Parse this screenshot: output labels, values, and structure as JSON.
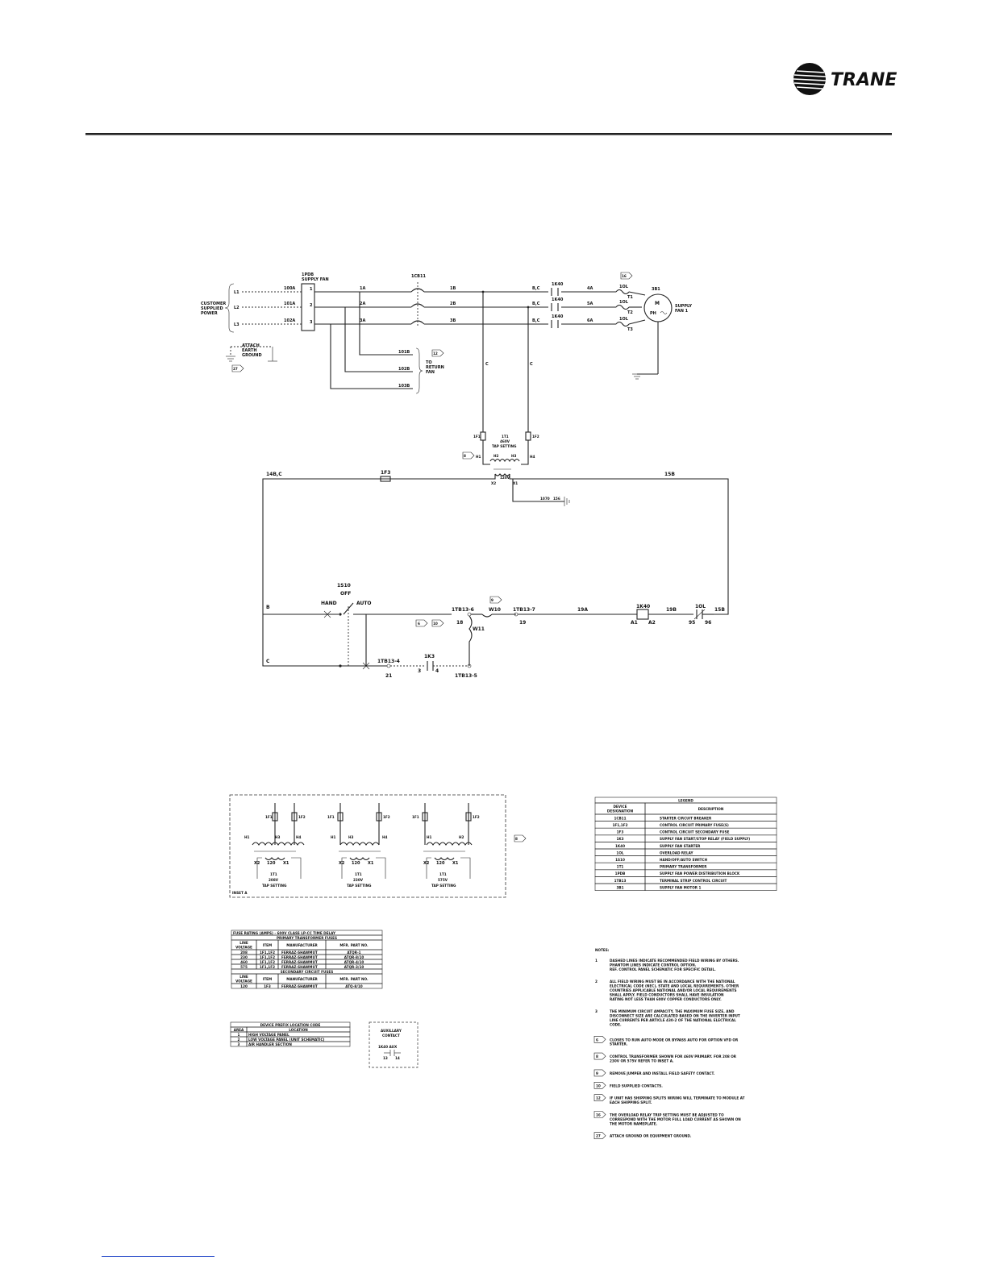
{
  "header": {
    "brand": "TRANE",
    "rule_color": "#222222"
  },
  "schematic": {
    "input": {
      "customer_power": [
        "CUSTOMER",
        "SUPPLIED",
        "POWER"
      ],
      "lines": [
        "L1",
        "L2",
        "L3"
      ],
      "line_wires": [
        "100A",
        "101A",
        "102A"
      ],
      "ground_note": [
        "ATTACH",
        "EARTH",
        "GROUND"
      ],
      "ground_tag": "27",
      "pdb": [
        "1PDB",
        "SUPPLY FAN"
      ],
      "pdb_terminals": [
        "1",
        "2",
        "3"
      ]
    },
    "breaker": "1CB11",
    "wires_after_pdb": [
      "1A",
      "2A",
      "3A"
    ],
    "wires_after_cb": [
      "1B",
      "2B",
      "3B"
    ],
    "contact_wires": [
      "B,C",
      "B,C",
      "B,C"
    ],
    "starter_labels": [
      "1K40",
      "1K40",
      "1K40"
    ],
    "starter_out": [
      "4A",
      "5A",
      "6A"
    ],
    "overload_labels": [
      "1OL",
      "1OL",
      "1OL"
    ],
    "overload_terms": [
      "T1",
      "T2",
      "T3"
    ],
    "overload_tag": "16",
    "motor": {
      "id": "3B1",
      "symbol": "M",
      "phase": "PH",
      "label": [
        "SUPPLY",
        "FAN 1"
      ]
    },
    "return_fan": {
      "wires": [
        "101B",
        "102B",
        "103B"
      ],
      "tag": "12",
      "label": [
        "TO",
        "RETURN",
        "FAN"
      ]
    },
    "c_labels": [
      "C",
      "C"
    ],
    "transformer": {
      "fuses": [
        "1F1",
        "1F2"
      ],
      "name": "1T1",
      "voltage": "460V",
      "tap": "TAP SETTING",
      "h_terms": [
        "H1",
        "H2",
        "H3",
        "H4"
      ],
      "tag": "8",
      "sec_voltage": "120V",
      "x_terms": [
        "X2",
        "X1"
      ]
    },
    "control": {
      "left_wire": "14B,C",
      "fuse": "1F3",
      "right_wire": "15B",
      "ground_wires": [
        "1070",
        "156"
      ],
      "switch_name": [
        "1S10",
        "OFF"
      ],
      "hand": "HAND",
      "auto": "AUTO",
      "left_b": "B",
      "left_c": "C",
      "tb_6": "1TB13-6",
      "tb_7": "1TB13-7",
      "tb_4": "1TB13-4",
      "tb_5": "1TB13-5",
      "tag_9": "9",
      "tag_6": "6",
      "tag_10": "10",
      "jumper_10": "W10",
      "jumper_11": "W11",
      "num_18": "18",
      "num_19": "19",
      "num_21": "21",
      "num_3": "3",
      "num_4": "4",
      "relay": "1K3",
      "wire_19a": "19A",
      "coil": "1K40",
      "coil_a1": "A1",
      "coil_a2": "A2",
      "wire_19b": "19B",
      "ol": "1OL",
      "ol_95": "95",
      "ol_96": "96",
      "wire_15b": "15B"
    }
  },
  "insert_a": {
    "label": "INSET A",
    "tag": "8",
    "panels": [
      {
        "fuses": [
          "1F1",
          "1F2"
        ],
        "h_terms": [
          "H1",
          "H3",
          "H4"
        ],
        "x_terms": [
          "X2",
          "120",
          "X1"
        ],
        "name": "1T1",
        "voltage": "208V",
        "tap": "TAP SETTING"
      },
      {
        "fuses": [
          "1F1",
          "1F2"
        ],
        "h_terms": [
          "H1",
          "H3",
          "H4"
        ],
        "x_terms": [
          "X2",
          "120",
          "X1"
        ],
        "name": "1T1",
        "voltage": "230V",
        "tap": "TAP SETTING"
      },
      {
        "fuses": [
          "1F1",
          "1F2"
        ],
        "h_terms": [
          "H1",
          "H2"
        ],
        "x_terms": [
          "X2",
          "120",
          "X1"
        ],
        "name": "1T1",
        "voltage": "575V",
        "tap": "TAP SETTING"
      }
    ]
  },
  "legend": {
    "title": "LEGEND",
    "headers": [
      "DEVICE DESIGNATION",
      "DESCRIPTION"
    ],
    "rows": [
      [
        "1CB11",
        "STARTER CIRCUIT BREAKER"
      ],
      [
        "1F1,1F2",
        "CONTROL CIRCUIT PRIMARY FUSE(S)"
      ],
      [
        "1F3",
        "CONTROL CIRCUIT SECONDARY FUSE"
      ],
      [
        "1K3",
        "SUPPLY FAN START/STOP RELAY (FIELD SUPPLY)"
      ],
      [
        "1K40",
        "SUPPLY FAN STARTER"
      ],
      [
        "1OL",
        "OVERLOAD RELAY"
      ],
      [
        "1S10",
        "HAND/OFF/AUTO SWITCH"
      ],
      [
        "1T1",
        "PRIMARY TRANSFORMER"
      ],
      [
        "1PDB",
        "SUPPLY FAN POWER DISTRIBUTION BLOCK"
      ],
      [
        "1TB13",
        "TERMINAL STRIP CONTROL CIRCUIT"
      ],
      [
        "3B1",
        "SUPPLY FAN MOTOR 1"
      ]
    ]
  },
  "fuse_table": {
    "title": "FUSE RATING (AMPS) - 600V CLASS LP-CC TIME DELAY",
    "primary_title": "PRIMARY TRANSFORMER FUSES",
    "headers": [
      "LINE VOLTAGE",
      "ITEM",
      "MANUFACTURER",
      "MFR. PART NO."
    ],
    "primary_rows": [
      [
        "208",
        "1F1,1F2",
        "FERRAZ-SHAWMUT",
        "ATQR-1"
      ],
      [
        "230",
        "1F1,1F2",
        "FERRAZ-SHAWMUT",
        "ATQR-8/10"
      ],
      [
        "460",
        "1F1,1F2",
        "FERRAZ-SHAWMUT",
        "ATQR-4/10"
      ],
      [
        "575",
        "1F1,1F2",
        "FERRAZ-SHAWMUT",
        "ATQR-3/10"
      ]
    ],
    "secondary_title": "SECONDARY CIRCUIT FUSES",
    "secondary_rows": [
      [
        "120",
        "1F3",
        "FERRAZ-SHAWMUT",
        "ATQ-8/10"
      ]
    ]
  },
  "location_table": {
    "title": "DEVICE PREFIX LOCATION CODE",
    "headers": [
      "AREA",
      "LOCATION"
    ],
    "rows": [
      [
        "1",
        "HIGH VOLTAGE PANEL"
      ],
      [
        "2",
        "LOW VOLTAGE PANEL (UNIT SCHEMATIC)"
      ],
      [
        "3",
        "AIR HANDLER SECTION"
      ]
    ]
  },
  "aux_contact": {
    "title": [
      "AUXILLARY",
      "CONTACT"
    ],
    "device": "1K40 AUX",
    "terms": [
      "13",
      "14"
    ]
  },
  "notes": {
    "title": "NOTES:",
    "numbered": [
      {
        "num": "1",
        "lines": [
          "DASHED LINES INDICATE RECOMMENDED FIELD WIRING BY OTHERS.",
          "PHANTOM LINES INDICATE CONTROL OPTION.",
          "REF. CONTROL PANEL SCHEMATIC FOR SPECIFIC DETAIL."
        ]
      },
      {
        "num": "2",
        "lines": [
          "ALL FIELD WIRING MUST BE IN ACCORDANCE WITH THE NATIONAL",
          "ELECTRICAL CODE (NEC), STATE AND LOCAL REQUIREMENTS. OTHER",
          "COUNTRIES APPLICABLE NATIONAL AND/OR LOCAL REQUIREMENTS",
          "SHALL APPLY. FIELD CONDUCTORS SHALL HAVE INSULATION",
          "RATING NOT LESS THAN 600V COPPER CONDUCTORS ONLY."
        ]
      },
      {
        "num": "3",
        "lines": [
          "THE MINIMUM CIRCUIT AMPACITY, THE MAXIMUM FUSE SIZE, AND",
          "DISCONNECT SIZE ARE CALCULATED BASED ON THE INVERTER INPUT",
          "LINE CURRENTS PER ARTICLE 430-2 OF THE NATIONAL ELECTRICAL",
          "CODE."
        ]
      }
    ],
    "tagged": [
      {
        "tag": "6",
        "lines": [
          "CLOSES TO RUN AUTO MODE OR BYPASS AUTO FOR OPTION VFD OR",
          "STARTER."
        ]
      },
      {
        "tag": "8",
        "lines": [
          "CONTROL TRANSFORMER SHOWN FOR 460V PRIMARY. FOR 208 OR",
          "230V OR 575V REFER TO INSET A."
        ]
      },
      {
        "tag": "9",
        "lines": [
          "REMOVE JUMPER AND INSTALL FIELD SAFETY CONTACT."
        ]
      },
      {
        "tag": "10",
        "lines": [
          "FIELD SUPPLIED CONTACTS."
        ]
      },
      {
        "tag": "12",
        "lines": [
          "IF UNIT HAS SHIPPING SPLITS WIRING WILL TERMINATE TO MODULE AT",
          "EACH SHIPPING SPLIT."
        ]
      },
      {
        "tag": "16",
        "lines": [
          "THE OVERLOAD RELAY TRIP SETTING MUST BE ADJUSTED TO",
          "CORRESPOND WITH THE MOTOR FULL LOAD CURRENT AS SHOWN ON",
          "THE MOTOR NAMEPLATE."
        ]
      },
      {
        "tag": "27",
        "lines": [
          "ATTACH GROUND OR EQUIPMENT GROUND."
        ]
      }
    ]
  }
}
